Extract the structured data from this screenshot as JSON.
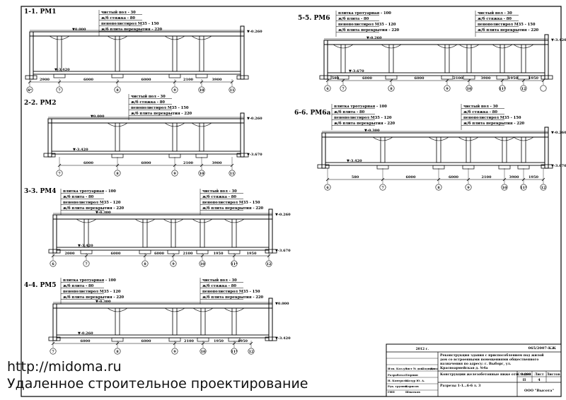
{
  "document": {
    "sections": [
      {
        "id": "s1",
        "title": "1-1. РМ1",
        "layers": [
          "чистый пол - 30",
          "ж/б стяжка - 80",
          "пенополистирол М35 - 150",
          "ж/б плита перекрытия - 220"
        ],
        "levels": [
          "▼0.000",
          "▼-0.260",
          "▼-3.420"
        ],
        "axes": [
          "6*",
          "7",
          "8",
          "9",
          "10",
          "11"
        ],
        "spans": [
          "2900",
          "6000",
          "6000",
          "2100",
          "3900"
        ]
      },
      {
        "id": "s2",
        "title": "2-2. РМ2",
        "layers": [
          "чистый пол - 30",
          "ж/б стяжка - 80",
          "пенополистирол М35 - 150",
          "ж/б плита перекрытия - 220"
        ],
        "levels": [
          "▼0.000",
          "▼-0.260",
          "▼-3.420",
          "▼-3.670"
        ],
        "axes": [
          "7",
          "8",
          "9",
          "10",
          "11"
        ],
        "spans": [
          "6000",
          "6000",
          "2100",
          "3900"
        ]
      },
      {
        "id": "s3",
        "title": "3-3. РМ4",
        "layers_left": [
          "плитка тротуарная - 100",
          "ж/б плита - 80",
          "пенополистирол М35 - 120",
          "ж/б плита перекрытия - 220"
        ],
        "layers_right": [
          "чистый пол - 30",
          "ж/б стяжка - 80",
          "пенополистирол М35 - 150",
          "ж/б плита перекрытия - 220"
        ],
        "levels": [
          "▼-0.300",
          "▼-0.260",
          "▼-3.420",
          "▼-3.670"
        ],
        "axes": [
          "6",
          "7",
          "8",
          "9",
          "10",
          "11*",
          "12"
        ],
        "spans": [
          "2000",
          "6000",
          "6000",
          "2100",
          "1950",
          "1950"
        ]
      },
      {
        "id": "s4",
        "title": "4-4. РМ5",
        "layers_left": [
          "плитка тротуарная - 100",
          "ж/б плита - 80",
          "пенополистирол М35 - 120",
          "ж/б плита перекрытия - 220"
        ],
        "layers_right": [
          "чистый пол - 30",
          "ж/б стяжка - 80",
          "пенополистирол М35 - 150",
          "ж/б плита перекрытия - 220"
        ],
        "levels": [
          "▼-0.300",
          "▼0.000",
          "▼-0.260",
          "▼-3.420"
        ],
        "axes": [
          "7",
          "8",
          "9",
          "10",
          "11*",
          "12"
        ],
        "spans": [
          "6000",
          "6000",
          "2100",
          "1950",
          "1950"
        ]
      },
      {
        "id": "s5",
        "title": "5-5. РМ6",
        "layers_left": [
          "плитка тротуарная - 100",
          "ж/б плита - 80",
          "пенополистирол М35 - 120",
          "ж/б плита перекрытия - 220"
        ],
        "layers_right": [
          "чистый пол - 30",
          "ж/б стяжка - 80",
          "пенополистирол М35 - 150",
          "ж/б плита перекрытия - 220"
        ],
        "levels": [
          "▼-0.260",
          "▼-3.420",
          "▼-3.670"
        ],
        "axes": [
          "6",
          "7",
          "8",
          "9",
          "10",
          "11*",
          "12"
        ],
        "spans": [
          "580",
          "6000",
          "6000",
          "2100",
          "3900",
          "1950",
          "1950"
        ]
      },
      {
        "id": "s6",
        "title": "6-6. РМ6а",
        "layers_left": [
          "плитка тротуарная - 100",
          "ж/б плита - 80",
          "пенополистирол М35 - 120",
          "ж/б плита перекрытия - 220"
        ],
        "layers_right": [
          "чистый пол - 30",
          "ж/б стяжка - 80",
          "пенополистирол М35 - 150",
          "ж/б плита перекрытия - 220"
        ],
        "levels": [
          "▼-0.300",
          "▼-0.260",
          "▼-3.420",
          "▼-3.670"
        ],
        "axes": [
          "6",
          "7",
          "8",
          "9",
          "10",
          "11*",
          "12"
        ],
        "spans": [
          "580",
          "6000",
          "6000",
          "2100",
          "3900",
          "1950"
        ]
      }
    ],
    "title_block": {
      "code": "065/2007-КЖ",
      "year": "2012 г.",
      "project": "Реконструкция здания с приспособлением под жилой дом со встроенными помещениями общественного назначения по адресу: г. Выборг, ул. Красноармейская д. №4а",
      "sheet_name": "Конструкции железобетонные ниже отм. 0.000",
      "drawing": "Разрезы 1-1...6-6 л. 3",
      "stage_header": "Стадия",
      "sheet_header": "Лист",
      "sheets_header": "Листов",
      "stage": "П",
      "sheet": "4",
      "company": "ООО \"Высота\"",
      "columns": [
        "Изм.",
        "Кол.уч",
        "Лист",
        "№ док.",
        "Подпись",
        "Дата"
      ],
      "roles": [
        "Разработал",
        "Н. Контроль",
        "Рук. группы",
        "ГИП"
      ],
      "names": [
        "Тюрнин",
        "Мазур Ю. А.",
        "Борисов",
        "Шматков"
      ]
    },
    "watermark": {
      "url": "http://midoma.ru",
      "tagline": "Удаленное строительное проектирование"
    }
  }
}
